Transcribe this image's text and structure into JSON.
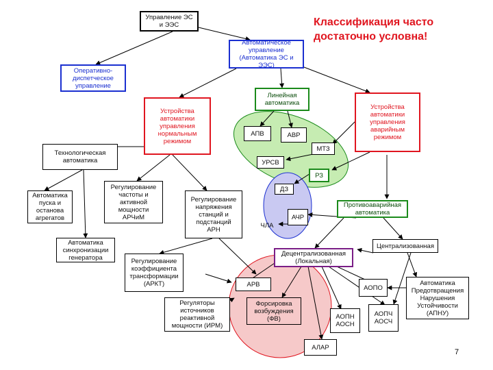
{
  "note": "Классификация часто\nдостаточно условна!",
  "page_number": "7",
  "boxes": {
    "upravlenie": "Управление ЭС\nи ЭЭС",
    "avtomat_upr": "Автоматическое\nуправление\n(Автоматика ЭС и\nЭЭС)",
    "operativno": "Оперативно-\nдиспетческое\nуправление",
    "lineynaya": "Линейная\nавтоматика",
    "ustr_normal": "Устройства\nавтоматики\nуправления\nнормальным\nрежимом",
    "ustr_avar": "Устройства\nавтоматики\nуправления\nаварийным\nрежимом",
    "tehnolog": "Технологическая\nавтоматика",
    "apv": "АПВ",
    "avr": "АВР",
    "mtz": "МТЗ",
    "ursv": "УРСВ",
    "rz": "РЗ",
    "dz": "ДЗ",
    "pusk": "Автоматика\nпуска и\nостанова\nагрегатов",
    "reg_chastoty": "Регулирование\nчастоты и\nактивной\nмощности\nАРЧиМ",
    "reg_napr": "Регулирование\nнапряжения\nстанций и\nподстанций\nАРН",
    "protivoavar": "Противоаварийная\nавтоматика",
    "achr": "АЧР",
    "chla": "ЧЛА",
    "sinhr": "Автоматика\nсинхронизации\nгенератора",
    "decentr": "Децентрализованная\n(Локальная)",
    "centr": "Централизованная",
    "reg_koef": "Регулирование\nкоэффициента\nтрансформации\n(АРКТ)",
    "arv": "АРВ",
    "aopo": "АОПО",
    "apnu": "Автоматика\nПредотвращения\nНарушения\nУстойчивости\n(АПНУ)",
    "reg_ist": "Регуляторы\nисточников\nреактивной\nмощности (ИРМ)",
    "forsirovka": "Форсировка\nвозбуждения\n(ФВ)",
    "aopn": "АОПН\nАОСН",
    "aopch": "АОПЧ\nАОСЧ",
    "alar": "АЛАР"
  },
  "colors": {
    "black": "#000000",
    "blue": "#1a2fd0",
    "red": "#e0151f",
    "green": "#1a8a1a",
    "purple": "#7a1d86",
    "green_fill": "#c6ecb2",
    "blue_fill": "#c9c9f2",
    "pink_fill": "#f6c9c9"
  }
}
